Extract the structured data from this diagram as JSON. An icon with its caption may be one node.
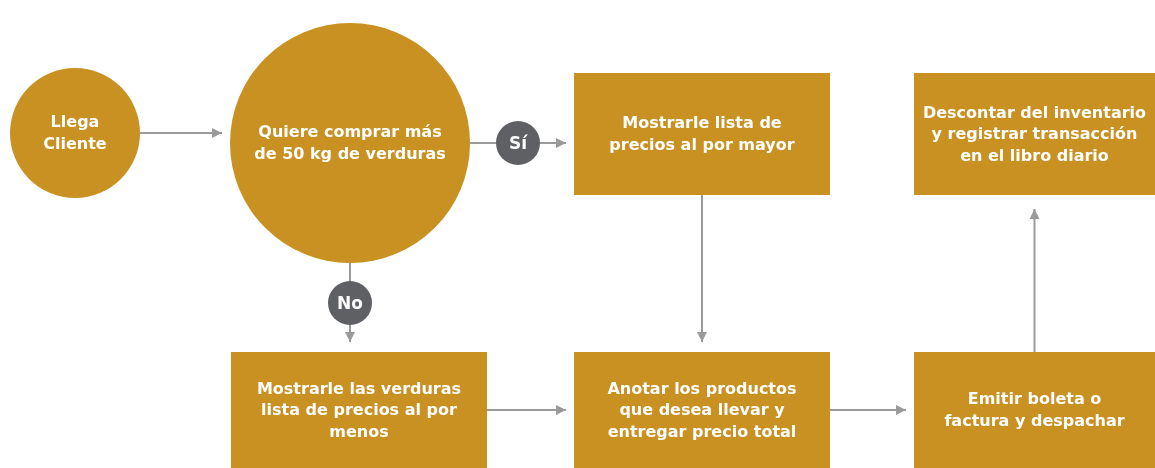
{
  "diagram": {
    "nodes": [
      {
        "text": [
          "Llega Cliente"
        ]
      },
      {
        "text": [
          "Quiere comprar más de 50 kg de verduras"
        ]
      },
      {
        "text": [
          "Mostrarle lista de precios al por mayor"
        ]
      },
      {
        "text": [
          "Descontar del inventario y registrar transacción en el libro diario"
        ]
      },
      {
        "text": [
          "Mostrarle las verduras lista de precios al por menos"
        ]
      },
      {
        "text": [
          "Anotar los productos que desea llevar y entregar precio total"
        ]
      },
      {
        "text": [
          "Emitir boleta o factura y despachar"
        ]
      }
    ],
    "edges": [
      {
        "from": 0,
        "to": 1,
        "arrow": "to"
      },
      {
        "from": 1,
        "to": 2,
        "arrow": "to",
        "label": "Sí"
      },
      {
        "from": 1,
        "to": 4,
        "arrow": "to",
        "label": "No"
      },
      {
        "from": 2,
        "to": 5,
        "arrow": "to"
      },
      {
        "from": 4,
        "to": 5,
        "arrow": "to"
      },
      {
        "from": 5,
        "to": 6,
        "arrow": "to"
      },
      {
        "from": 6,
        "to": 3,
        "arrow": "to"
      }
    ]
  }
}
